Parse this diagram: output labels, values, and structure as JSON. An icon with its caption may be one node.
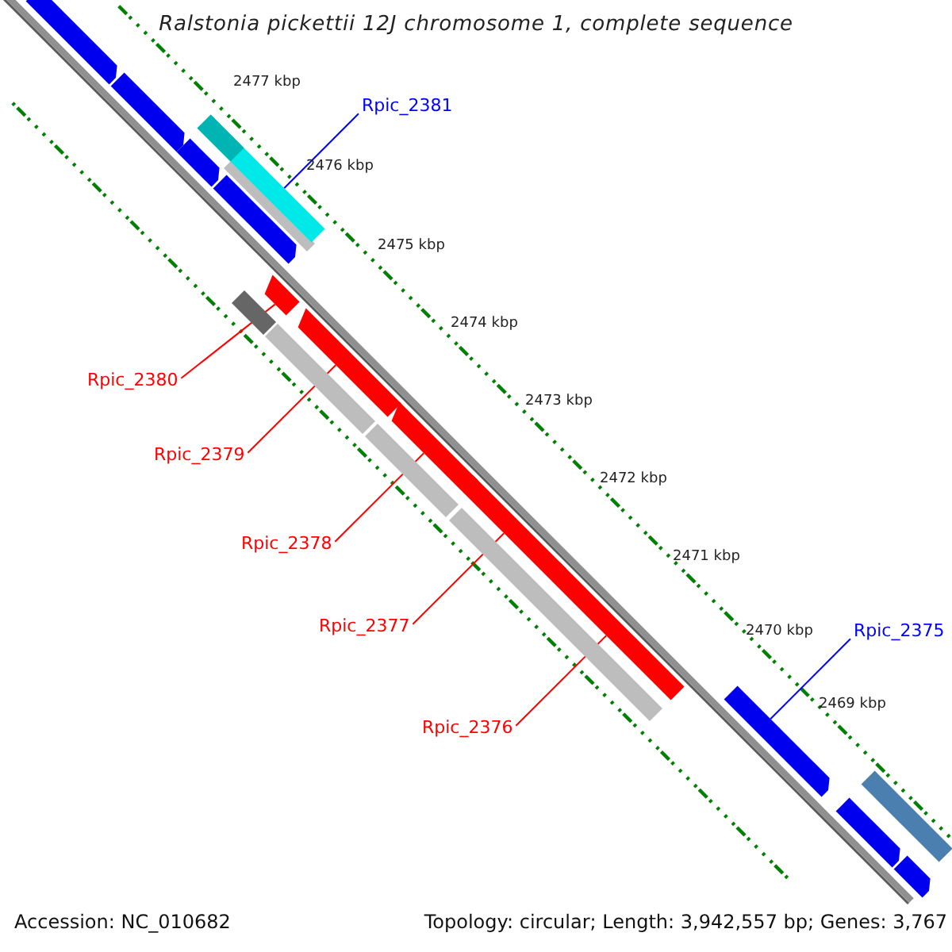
{
  "diagram": {
    "title": "Ralstonia pickettii 12J chromosome 1, complete sequence",
    "nodes": [
      {
        "text": [
          "Rpic_2381"
        ]
      },
      {
        "text": [],
        "shape": "bar"
      },
      {
        "text": [
          "Rpic_2380"
        ]
      },
      {
        "text": [],
        "shape": "bar"
      },
      {
        "text": [
          "Rpic_2379"
        ]
      },
      {
        "text": [],
        "shape": "bar"
      },
      {
        "text": [
          "Rpic_2378"
        ]
      },
      {
        "text": [],
        "shape": "bar"
      },
      {
        "text": [
          "Rpic_2377"
        ]
      },
      {
        "text": [],
        "shape": "bar"
      },
      {
        "text": [
          "Rpic_2376"
        ]
      },
      {
        "text": [],
        "shape": "bar"
      },
      {
        "text": [
          "Rpic_2375"
        ]
      },
      {
        "text": [],
        "shape": "bar"
      }
    ],
    "edges": [
      {
        "from": 0,
        "to": 1,
        "arrow": "none",
        "color": "#0000ff"
      },
      {
        "from": 2,
        "to": 3,
        "arrow": "none"
      },
      {
        "from": 4,
        "to": 5,
        "arrow": "none"
      },
      {
        "from": 6,
        "to": 7,
        "arrow": "none"
      },
      {
        "from": 8,
        "to": 9,
        "arrow": "none"
      },
      {
        "from": 10,
        "to": 11,
        "arrow": "none"
      },
      {
        "from": 12,
        "to": 13,
        "arrow": "none",
        "color": "#0000ff"
      }
    ],
    "labels": [
      "2477 kbp",
      "2476 kbp",
      "2475 kbp",
      "2474 kbp",
      "2473 kbp",
      "2472 kbp",
      "2471 kbp",
      "2470 kbp",
      "2469 kbp",
      "Accession: NC_010682",
      "Topology: circular; Length: 3,942,557 bp; Genes: 3,767"
    ]
  }
}
